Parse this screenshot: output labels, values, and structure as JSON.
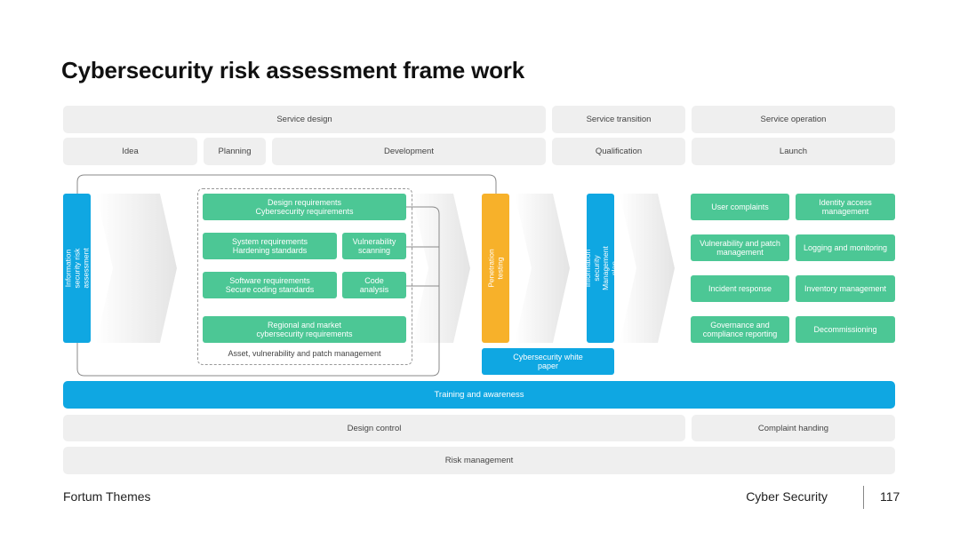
{
  "title": "Cybersecurity risk assessment frame work",
  "phases": [
    "Service design",
    "Service transition",
    "Service operation"
  ],
  "stages": [
    "Idea",
    "Planning",
    "Development",
    "Qualification",
    "Launch"
  ],
  "left_bar": "Information security risk assessment",
  "dev": {
    "design_req": "Design requirements\nCybersecurity requirements",
    "system_req": "System requirements\nHardening standards",
    "vuln_scan": "Vulnerability\nscanning",
    "software_req": "Software requirements\nSecure coding standards",
    "code_analysis": "Code\nanalysis",
    "regional_req": "Regional and market\ncybersecurity requirements",
    "asset_caption": "Asset, vulnerability and patch management"
  },
  "pen_testing": "Penetration testing",
  "mgmt_plan": "Information security\nManagement plan",
  "white_paper": "Cybersecurity white\npaper",
  "operations": [
    "User complaints",
    "Identity access\nmanagement",
    "Vulnerability and patch\nmanagement",
    "Logging and monitoring",
    "Incident response",
    "Inventory management",
    "Governance and\ncompliance reporting",
    "Decommissioning"
  ],
  "training": "Training and awareness",
  "design_control": "Design control",
  "complaint_handling": "Complaint handing",
  "risk_management": "Risk management",
  "footer": {
    "brand": "Fortum Themes",
    "topic": "Cyber Security",
    "page": "117"
  },
  "colors": {
    "green": "#4cc795",
    "blue": "#0fa7e2",
    "orange": "#f7b12a",
    "gray": "#efefef"
  }
}
